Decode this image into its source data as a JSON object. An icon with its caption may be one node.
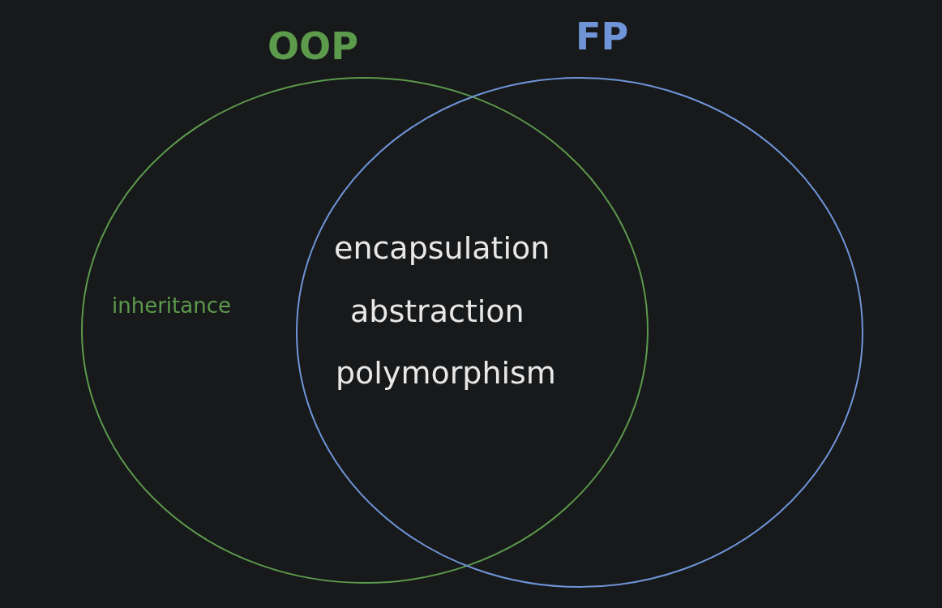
{
  "diagram": {
    "nodes": [
      {
        "text": [
          "OOP",
          "inheritance"
        ]
      },
      {
        "text": [
          "FP"
        ]
      }
    ],
    "edges": [],
    "labels": [
      "encapsulation",
      "abstraction",
      "polymorphism"
    ]
  }
}
